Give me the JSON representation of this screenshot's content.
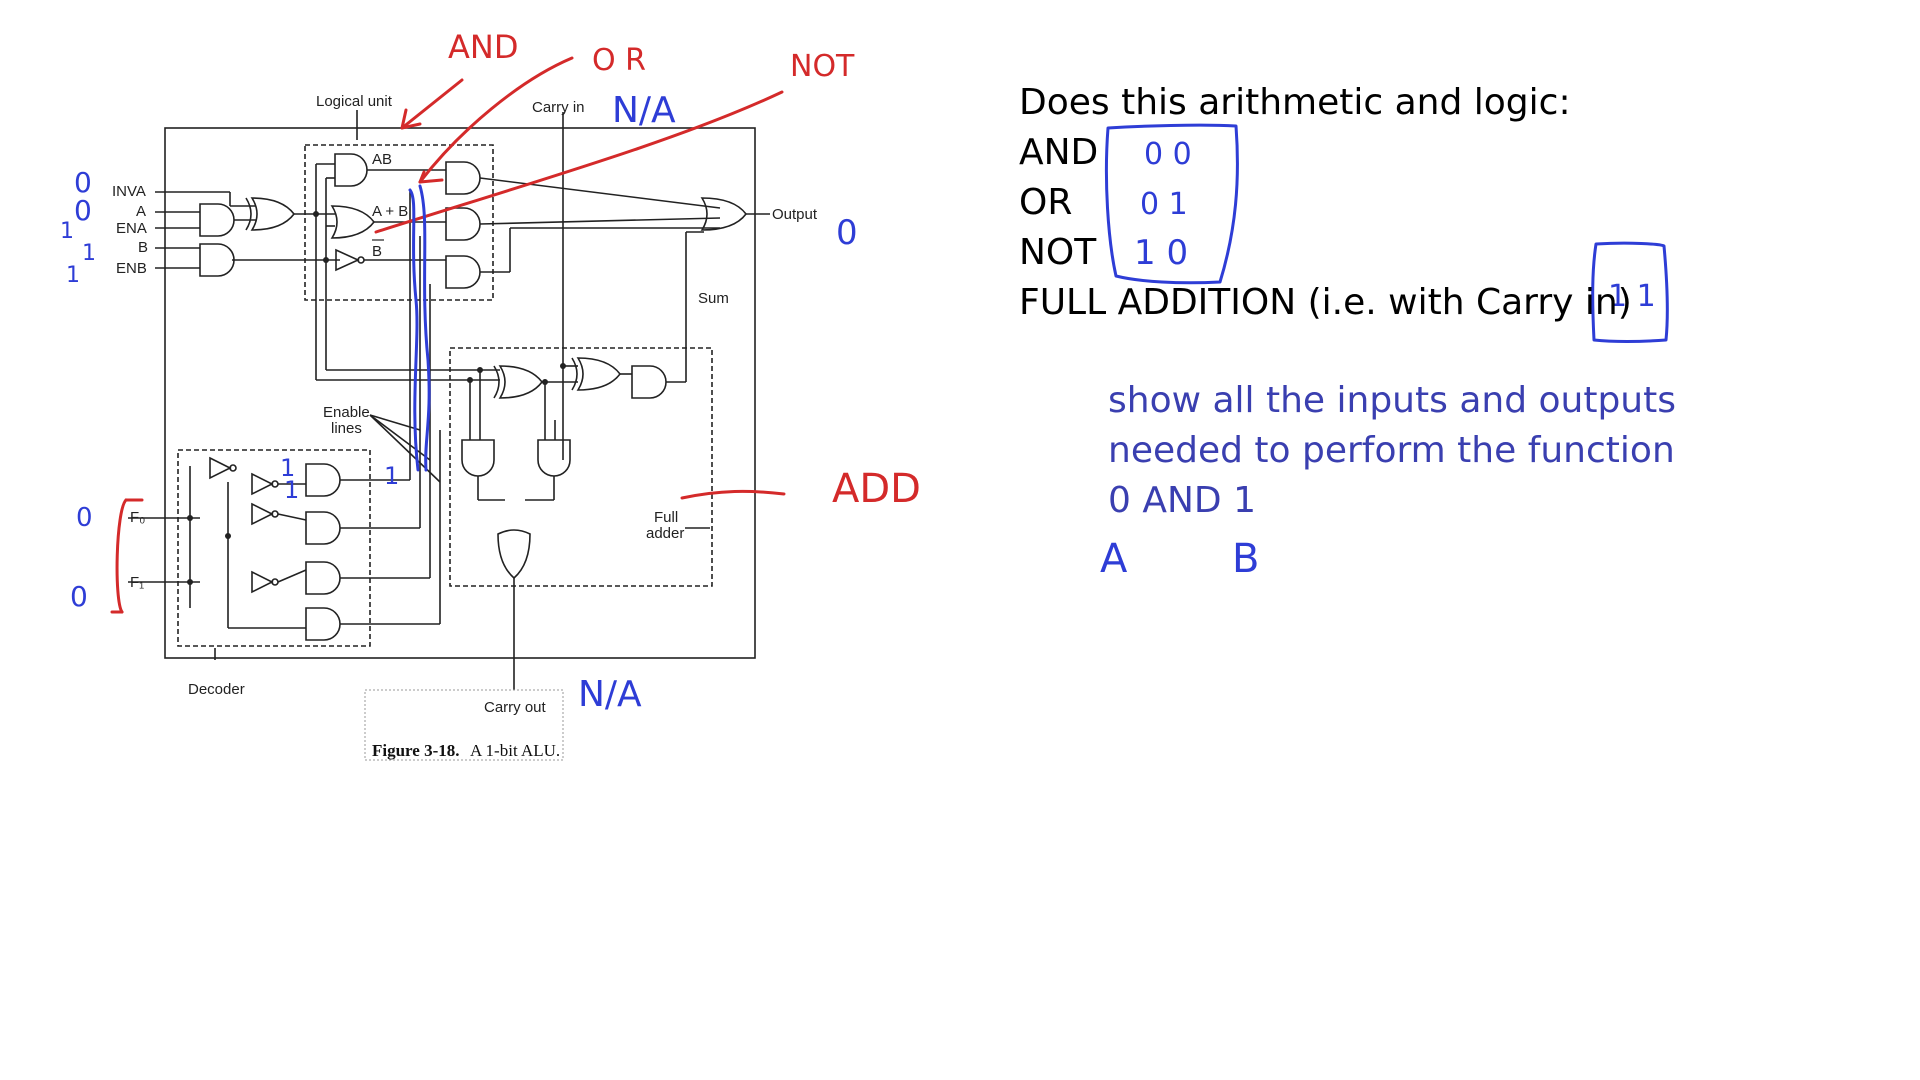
{
  "diagram": {
    "labels": {
      "logical_unit": "Logical unit",
      "carry_in": "Carry in",
      "inva": "INVA",
      "a": "A",
      "ena": "ENA",
      "b": "B",
      "enb": "ENB",
      "ab": "AB",
      "a_plus_b": "A + B",
      "b_bar": "B",
      "output": "Output",
      "sum": "Sum",
      "enable_lines_1": "Enable",
      "enable_lines_2": "lines",
      "f0": "F₀",
      "f1": "F₁",
      "full_adder_1": "Full",
      "full_adder_2": "adder",
      "decoder": "Decoder",
      "carry_out": "Carry out"
    },
    "caption": {
      "number": "Figure 3-18.",
      "text": "A 1-bit ALU."
    }
  },
  "question": {
    "line1": "Does this arithmetic and logic:",
    "line2": "AND",
    "line3": "OR",
    "line4": "NOT",
    "line5": "FULL ADDITION (i.e. with Carry in)"
  },
  "note": {
    "line1": "show all the inputs and outputs",
    "line2": "needed to perform the function",
    "line3": "0 AND 1"
  },
  "annotations": {
    "and": "AND",
    "or": "O R",
    "not": "NOT",
    "na_carry_in": "N/A",
    "na_carry_out": "N/A",
    "add": "ADD",
    "inva_val": "0",
    "a_val": "0",
    "ena_val": "1",
    "b_val": "1",
    "enb_val": "1",
    "f0_val": "0",
    "f1_val": "0",
    "output_val": "0",
    "enable_val1": "1",
    "enable_val2": "1",
    "enable_val3": "1",
    "code_and": "0 0",
    "code_or": "0 1",
    "code_not": "1 0",
    "code_add": "1 1",
    "label_a": "A",
    "label_b": "B"
  },
  "colors": {
    "annotation_red": "#d42a2a",
    "annotation_blue": "#2e3dd6",
    "note_blue": "#3a3fb0"
  }
}
